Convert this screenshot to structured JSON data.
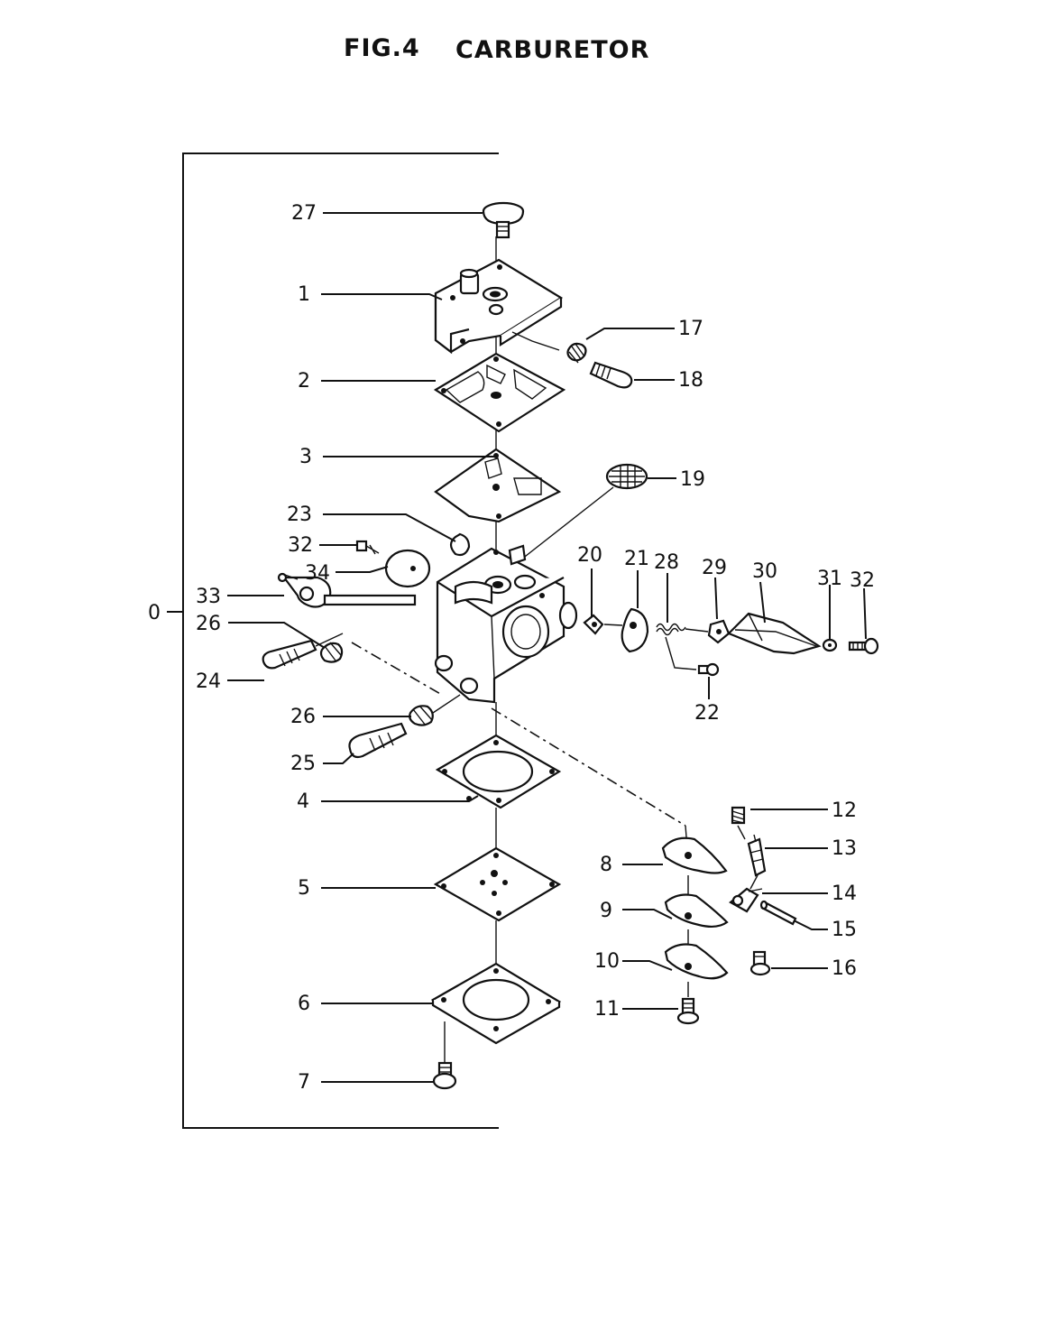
{
  "title": {
    "figure": "FIG.4",
    "name": "CARBURETOR"
  },
  "labels": {
    "l0": "0",
    "l1": "1",
    "l2": "2",
    "l3": "3",
    "l4": "4",
    "l5": "5",
    "l6": "6",
    "l7": "7",
    "l8": "8",
    "l9": "9",
    "l10": "10",
    "l11": "11",
    "l12": "12",
    "l13": "13",
    "l14": "14",
    "l15": "15",
    "l16": "16",
    "l17": "17",
    "l18": "18",
    "l19": "19",
    "l20": "20",
    "l21": "21",
    "l22": "22",
    "l23": "23",
    "l24": "24",
    "l25": "25",
    "l26a": "26",
    "l26b": "26",
    "l27": "27",
    "l28": "28",
    "l29": "29",
    "l30": "30",
    "l31": "31",
    "l32a": "32",
    "l32b": "32",
    "l33": "33",
    "l34": "34"
  }
}
